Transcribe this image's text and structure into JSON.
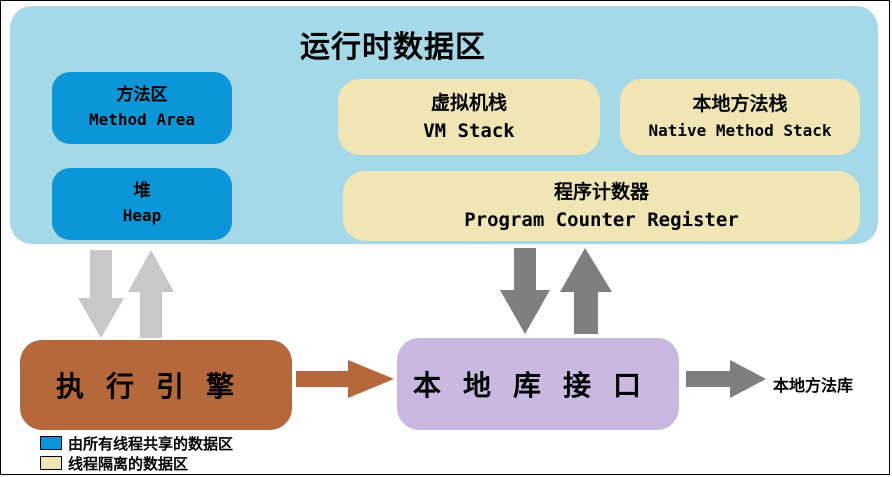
{
  "runtime_area": {
    "title": "运行时数据区"
  },
  "method_area": {
    "zh": "方法区",
    "en": "Method Area"
  },
  "heap": {
    "zh": "堆",
    "en": "Heap"
  },
  "vm_stack": {
    "zh": "虚拟机栈",
    "en": "VM Stack"
  },
  "native_method_stack": {
    "zh": "本地方法栈",
    "en": "Native Method Stack"
  },
  "program_counter": {
    "zh": "程序计数器",
    "en": "Program Counter Register"
  },
  "execution_engine": {
    "label": "执行引擎"
  },
  "native_interface": {
    "label": "本地库接口"
  },
  "native_library": {
    "label": "本地方法库"
  },
  "legend": {
    "items": [
      {
        "label": "由所有线程共享的数据区",
        "color": "#0a96d8"
      },
      {
        "label": "线程隔离的数据区",
        "color": "#f0e5b4"
      }
    ]
  },
  "colors": {
    "runtime_bg": "#a6d9e8",
    "shared": "#0a96d8",
    "private": "#f0e5b4",
    "engine": "#b5683c",
    "native_interface": "#c9b8e0",
    "arrow_light": "#c8c8c8",
    "arrow_dark": "#7f7f7f",
    "arrow_engine": "#b5683c"
  }
}
